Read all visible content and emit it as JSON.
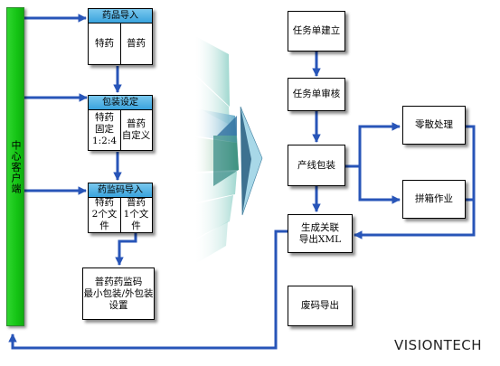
{
  "left_column": {
    "client_label": "中心客户端",
    "drug_import": {
      "title": "药品导入",
      "left": "特药",
      "right": "普药"
    },
    "packaging_setting": {
      "title": "包装设定",
      "left": "特药\n固定\n1:2:4",
      "right": "普药\n自定义"
    },
    "trace_code_import": {
      "title": "药监码导入",
      "left": "特药\n2个文\n件",
      "right": "普药\n1个文\n件"
    },
    "code_setting": "普药药监码\n最小包装/外包装\n设置"
  },
  "right_column": {
    "task_create": "任务单建立",
    "task_review": "任务单审核",
    "line_packaging": "产线包装",
    "loose_processing": "零散处理",
    "case_assembly": "拼箱作业",
    "generate_xml": "生成关联\n导出XML",
    "waste_export": "废码导出"
  },
  "brand": "VISIONTECH",
  "colors": {
    "client_bar": "#14c414",
    "header": "#3aa3dd",
    "arrow": "#2855b8"
  }
}
